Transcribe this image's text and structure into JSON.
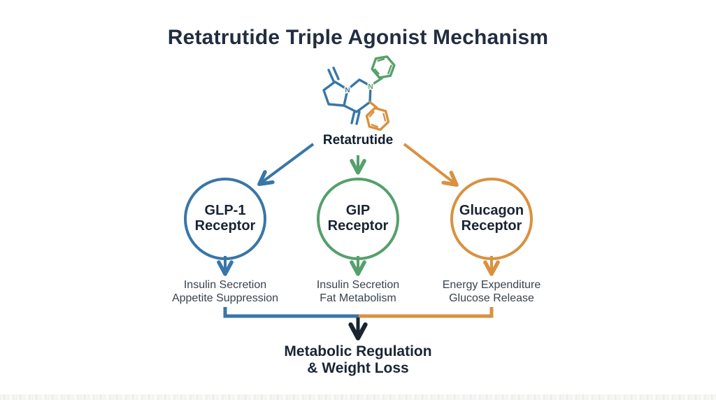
{
  "title": "Retatrutide Triple Agonist Mechanism",
  "ligand": {
    "label": "Retatrutide"
  },
  "colors": {
    "blue": "#3876a8",
    "green": "#55a06c",
    "orange": "#d9913f",
    "arrow_dark": "#1b2430",
    "background": "#ffffff"
  },
  "receptors": [
    {
      "name": "GLP-1 Receptor",
      "line1": "GLP-1",
      "line2": "Receptor",
      "color": "#3876a8",
      "effects": [
        "Insulin Secretion",
        "Appetite Suppression"
      ]
    },
    {
      "name": "GIP Receptor",
      "line1": "GIP",
      "line2": "Receptor",
      "color": "#55a06c",
      "effects": [
        "Insulin Secretion",
        "Fat Metabolism"
      ]
    },
    {
      "name": "Glucagon Receptor",
      "line1": "Glucagon",
      "line2": "Receptor",
      "color": "#d9913f",
      "effects": [
        "Energy Expenditure",
        "Glucose Release"
      ]
    }
  ],
  "outcome": {
    "line1": "Metabolic Regulation",
    "line2": "& Weight Loss"
  },
  "molecule": {
    "atom1": "N",
    "atom2": "N"
  }
}
